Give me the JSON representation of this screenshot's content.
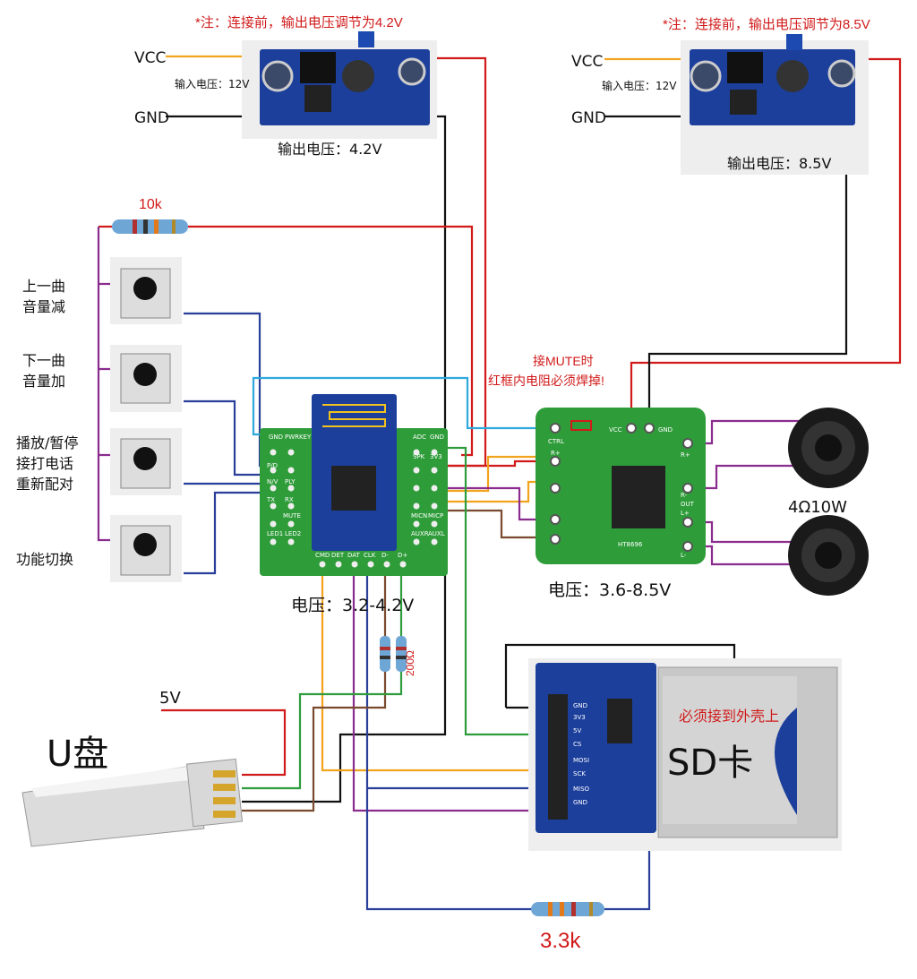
{
  "notes": {
    "left_note": "*注：连接前，输出电压调节为4.2V",
    "right_note": "*注：连接前，输出电压调节为8.5V",
    "mute_note_line1": "接MUTE时",
    "mute_note_line2": "红框内电阻必须焊掉!",
    "sd_shell_note": "必须接到外壳上"
  },
  "converters": {
    "left": {
      "vcc": "VCC",
      "gnd": "GND",
      "input": "输入电压：12V",
      "output": "输出电压：4.2V"
    },
    "right": {
      "vcc": "VCC",
      "gnd": "GND",
      "input": "输入电压：12V",
      "output": "输出电压：8.5V"
    }
  },
  "resistors": {
    "top": "10k",
    "middle": "200Ω",
    "bottom": "3.3k"
  },
  "buttons": [
    {
      "line1": "上一曲",
      "line2": "音量减"
    },
    {
      "line1": "下一曲",
      "line2": "音量加"
    },
    {
      "line1": "播放/暂停",
      "line2": "接打电话",
      "line3": "重新配对"
    },
    {
      "line1": "功能切换"
    }
  ],
  "bt_module": {
    "voltage": "电压：3.2-4.2V",
    "silk": [
      "GND",
      "PWRKEY",
      "P/D",
      "N/V",
      "PLY",
      "TX",
      "RX",
      "MUTE",
      "LED1",
      "LED2",
      "ADC",
      "GND",
      "SPK",
      "3V3",
      "MICN",
      "MICP",
      "AUXR",
      "AUXL",
      "CMD",
      "DET",
      "DAT",
      "CLK",
      "D-",
      "D+"
    ]
  },
  "amp": {
    "voltage": "电压：3.6-8.5V",
    "model": "HT8696",
    "pins": [
      "CTRL",
      "VCC",
      "GND",
      "R+",
      "R-",
      "L+",
      "L-",
      "OUT"
    ]
  },
  "speakers": {
    "label": "4Ω10W"
  },
  "usb": {
    "title": "U盘",
    "supply": "5V"
  },
  "sd": {
    "title": "SD卡",
    "pins": [
      "GND",
      "3V3",
      "5V",
      "CS",
      "MOSI",
      "SCK",
      "MISO",
      "GND"
    ]
  },
  "colors": {
    "red": "#d11a1a",
    "black": "#111111",
    "orange": "#f2a31d",
    "blue": "#2a3f9a",
    "lightblue": "#2fa8dc",
    "purple": "#8a2b8e",
    "green": "#2e9c3c",
    "brown": "#7a4a2e",
    "pcb_green": "#2f9c3a",
    "pcb_blue": "#1c3f9c"
  }
}
